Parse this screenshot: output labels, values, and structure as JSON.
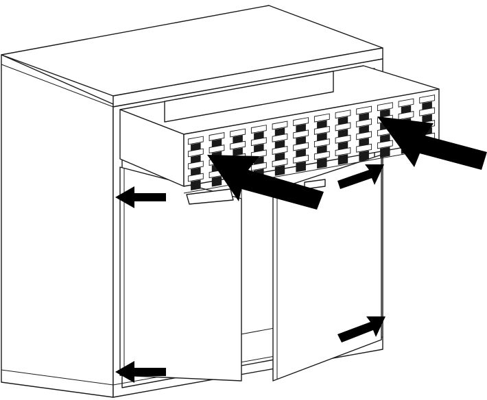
{
  "diagram": {
    "subject": "cabinet-with-pullout-drawer-and-two-doors",
    "line_color": "#1a1a1a",
    "fill_color": "#ffffff",
    "arrow_color": "#000000",
    "drawer_grid": {
      "rows": 4,
      "cols": 12
    },
    "arrows": [
      {
        "name": "arrow-left-door-top"
      },
      {
        "name": "arrow-left-door-bottom"
      },
      {
        "name": "arrow-drawer-front-large"
      },
      {
        "name": "arrow-drawer-top-right-large"
      },
      {
        "name": "arrow-right-door-top"
      },
      {
        "name": "arrow-right-door-bottom"
      }
    ]
  }
}
